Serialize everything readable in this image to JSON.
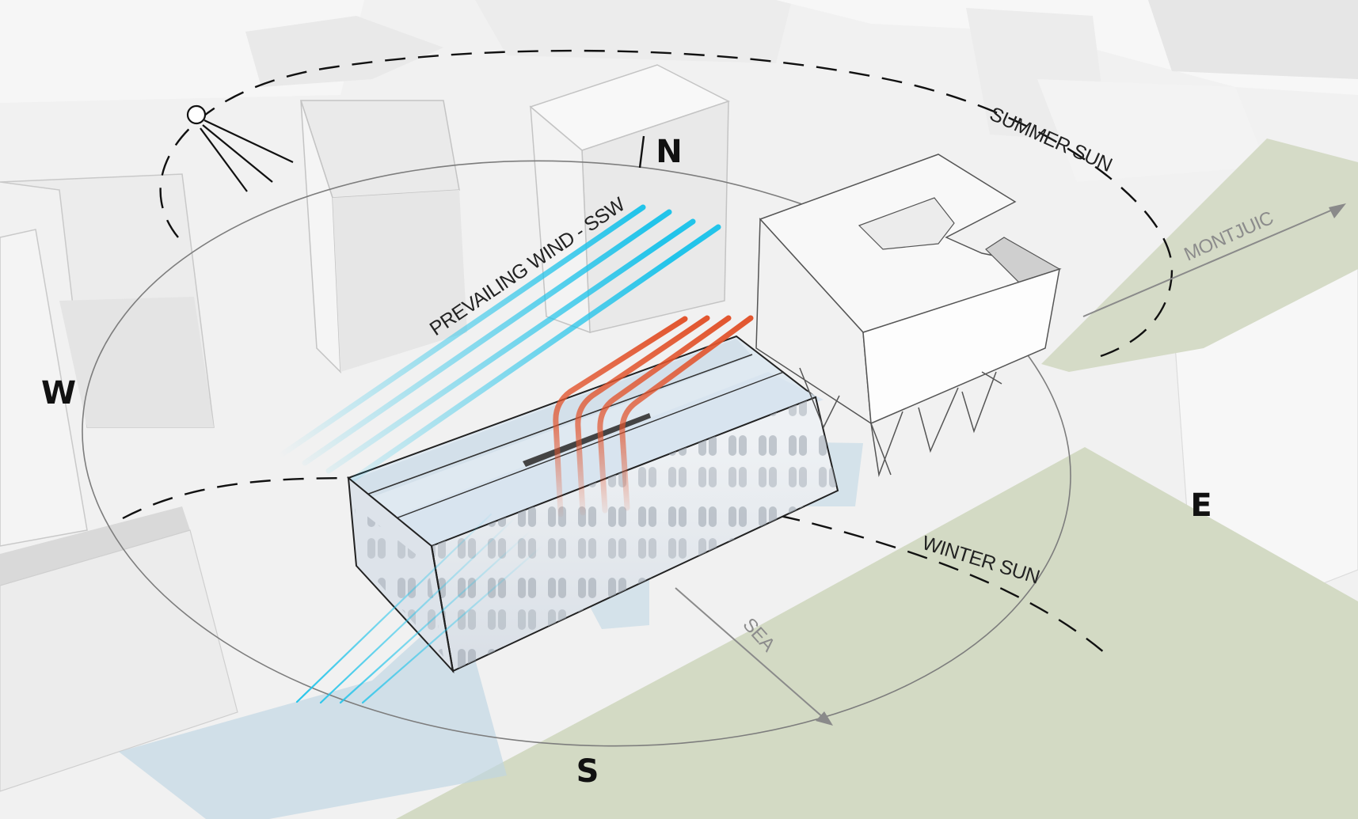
{
  "compass": {
    "north": "N",
    "south": "S",
    "east": "E",
    "west": "W"
  },
  "labels": {
    "summer_sun": "SUMMER SUN",
    "winter_sun": "WINTER SUN",
    "prevailing_wind": "PREVAILING WIND - SSW",
    "montjuic": "MONTJUIC",
    "sea": "SEA"
  },
  "colors": {
    "wind_cool": "#22c4ea",
    "wind_warm": "#e2552e",
    "ground_green": "#d3dac4",
    "shadow_blue": "#b9d3e2",
    "background": "#f1f1f1"
  }
}
